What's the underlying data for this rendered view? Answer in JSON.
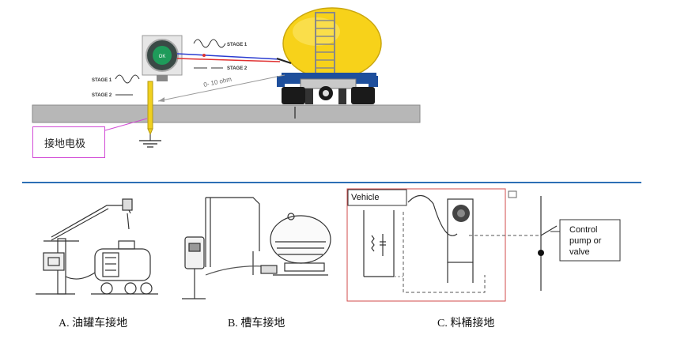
{
  "top": {
    "ground_electrode_label": "接地电极",
    "resistance_label": "0- 10 ohm",
    "stage1_label": "STAGE 1",
    "stage2_label": "STAGE 2",
    "monitor_label": "OK"
  },
  "panels": {
    "a_caption": "A. 油罐车接地",
    "b_caption": "B. 槽车接地",
    "c_caption": "C. 料桶接地",
    "c_vehicle_label": "Vehicle",
    "c_control_line1": "Control",
    "c_control_line2": "pump or",
    "c_control_line3": "valve"
  },
  "colors": {
    "divider": "#2c6fb5",
    "callout_border": "#d24bd6",
    "tank_yellow": "#f7d21a",
    "truck_blue": "#1e4f9c",
    "ground_grey": "#b4b4b4"
  }
}
